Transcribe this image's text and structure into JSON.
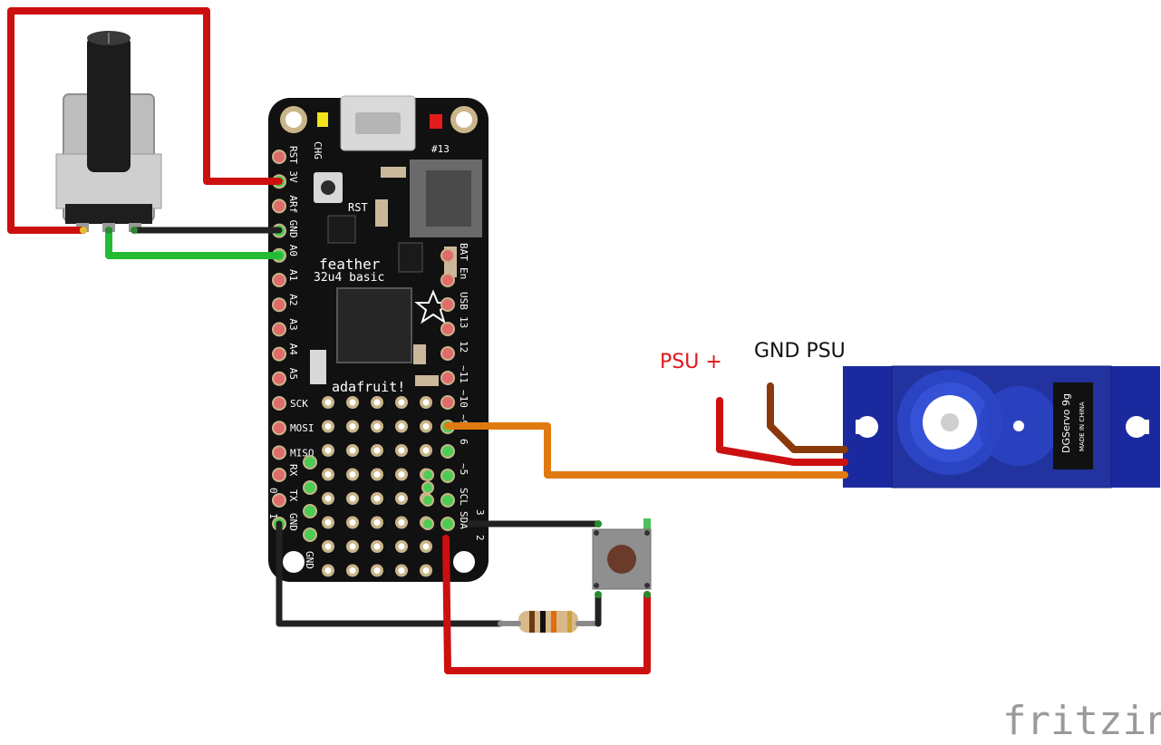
{
  "board": {
    "name": "feather",
    "model": "32u4 basic",
    "brand": "adafruit!",
    "left_pins": [
      "RST",
      "3V",
      "ARf",
      "GND",
      "A0",
      "A1",
      "A2",
      "A3",
      "A4",
      "A5",
      "SCK",
      "MOSI",
      "MISO",
      "RX",
      "TX",
      "GND"
    ],
    "right_pins": [
      "BAT",
      "En",
      "USB",
      "13",
      "12",
      "~11",
      "~10",
      "~9",
      "6",
      "~5",
      "SCL",
      "SDA"
    ],
    "misc_labels": {
      "chg": "CHG",
      "rst": "RST",
      "led13": "#13",
      "d0": "0",
      "d1": "1",
      "d3": "3",
      "d2": "2",
      "gnd_bottom": "GND"
    }
  },
  "servo": {
    "model": "DGServo 9g",
    "origin": "MADE IN CHINA"
  },
  "labels": {
    "psu_plus": "PSU +",
    "gnd_psu": "GND PSU"
  },
  "watermark": "fritzing",
  "colors": {
    "board": "#1a1a1a",
    "wire_red": "#cc1010",
    "wire_black": "#222222",
    "wire_green": "#22bb33",
    "wire_orange": "#e07a10",
    "wire_brown": "#8a3a0a",
    "servo_blue": "#1a2a9e",
    "psu_plus_text": "#e01818",
    "pad_pink": "#e06b6b",
    "pad_green": "#4ccc55"
  }
}
